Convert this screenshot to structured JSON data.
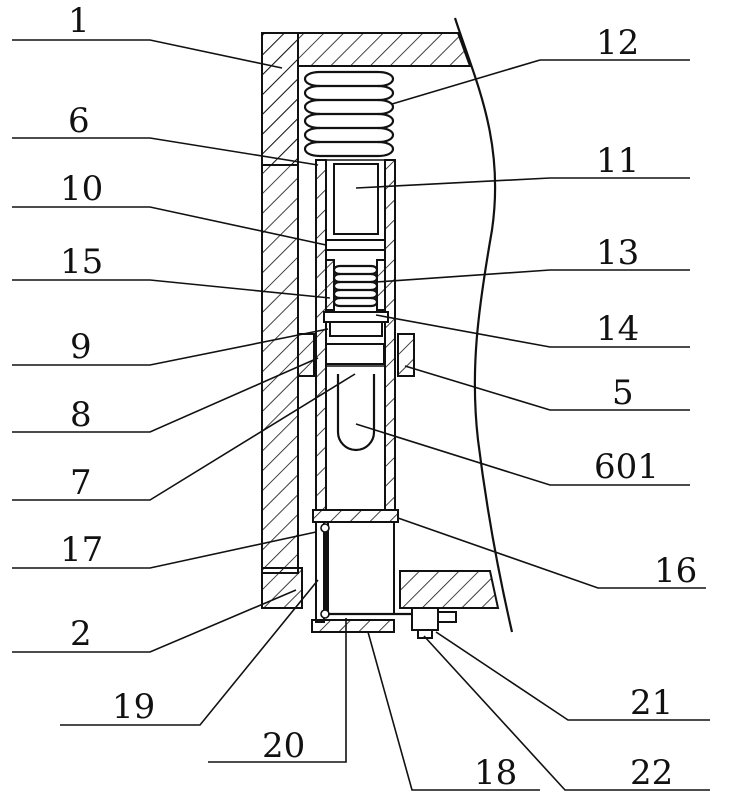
{
  "labels": {
    "l1": "1",
    "l2": "2",
    "l5": "5",
    "l6": "6",
    "l601": "601",
    "l7": "7",
    "l8": "8",
    "l9": "9",
    "l10": "10",
    "l11": "11",
    "l12": "12",
    "l13": "13",
    "l14": "14",
    "l15": "15",
    "l16": "16",
    "l17": "17",
    "l18": "18",
    "l19": "19",
    "l20": "20",
    "l21": "21",
    "l22": "22"
  }
}
